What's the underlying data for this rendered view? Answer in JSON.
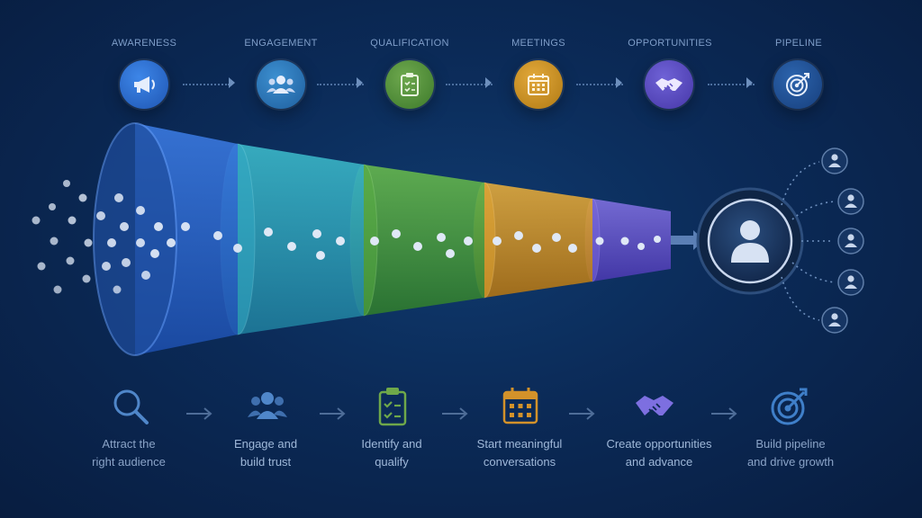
{
  "stages": [
    {
      "label": "AWARENESS",
      "icon": "megaphone-icon",
      "color": "#2f6fd0",
      "caption": "Attract the right audience"
    },
    {
      "label": "ENGAGEMENT",
      "icon": "people-icon",
      "color": "#2d86b8",
      "caption": "Engage and build trust"
    },
    {
      "label": "QUALIFICATION",
      "icon": "clipboard-icon",
      "color": "#4f8a3a",
      "caption": "Identify and qualify"
    },
    {
      "label": "MEETINGS",
      "icon": "calendar-icon",
      "color": "#c98e1f",
      "caption": "Start meaningful conversations"
    },
    {
      "label": "OPPORTUNITIES",
      "icon": "handshake-icon",
      "color": "#5b4fc0",
      "caption": "Create opportunities and advance"
    },
    {
      "label": "PIPELINE",
      "icon": "target-icon",
      "color": "#1f4e8f",
      "caption": "Build pipeline and drive growth"
    }
  ],
  "captions": {
    "c0a": "Attract the",
    "c0b": "right audience",
    "c1a": "Engage and",
    "c1b": "build trust",
    "c2a": "Identify and",
    "c2b": "qualify",
    "c3a": "Start meaningful",
    "c3b": "conversations",
    "c4a": "Create opportunities",
    "c4b": "and advance",
    "c5a": "Build pipeline",
    "c5b": "and drive growth"
  },
  "colors": {
    "funnel": [
      "#2e6fd6",
      "#2fa6b8",
      "#4fa33a",
      "#d69a22",
      "#6a58c8"
    ],
    "background": "#0b2a57",
    "accent": "#6d8fbd"
  }
}
